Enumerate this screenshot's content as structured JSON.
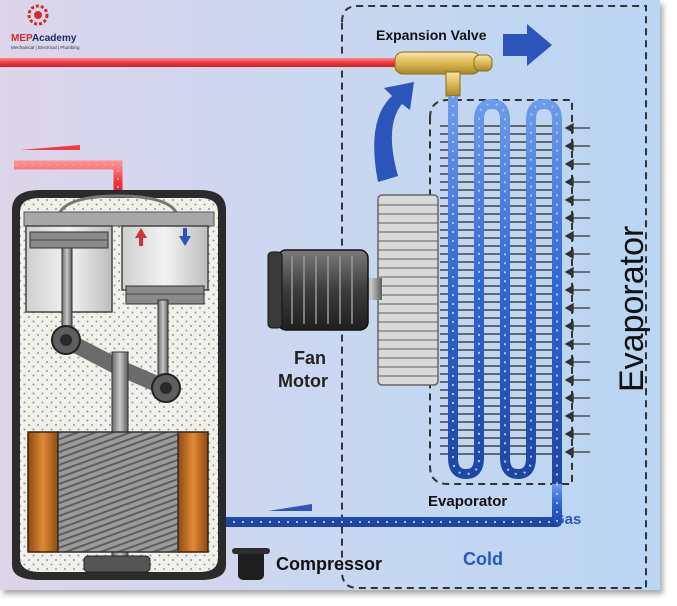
{
  "logo": {
    "brand_mep": "MEP",
    "brand_academy": "Academy",
    "tagline": "Mechanical | Electrical | Plumbing"
  },
  "labels": {
    "expansion_valve": "Expansion Valve",
    "fan": "Fan",
    "motor": "Motor",
    "evaporator_vertical": "Evaporator",
    "evaporator_bottom": "Evaporator",
    "gas": "Gas",
    "cold": "Cold",
    "compressor": "Compressor"
  },
  "colors": {
    "hot_line": "#ef3b42",
    "cold_line": "#2f6fd1",
    "cold_text": "#2a55c4",
    "flow_arrow": "#2b55b8",
    "valve_brass": "#e3c56b",
    "coil_copper": "#c8742a",
    "background_left": "#d9d3ea",
    "background_right": "#bcd6f1"
  },
  "icons": {
    "flow_out_arrow": "right-arrow-icon",
    "curved_flow": "curved-arrow-icon",
    "air_in": "left-arrow-icon",
    "piston_up": "up-arrow-icon",
    "piston_down": "down-arrow-icon"
  }
}
